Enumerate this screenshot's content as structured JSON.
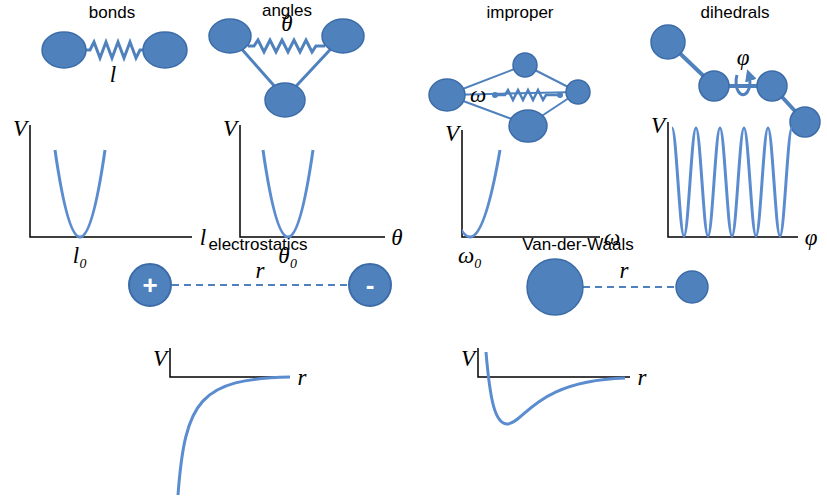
{
  "diagram": {
    "nodes": [
      {
        "text": [
          "+"
        ]
      },
      {
        "text": [
          "-"
        ]
      }
    ],
    "edges": [
      {
        "from": 0,
        "to": 1,
        "arrow": "none",
        "label": "r"
      }
    ],
    "labels": [
      "bonds",
      "angles",
      "improper",
      "dihedrals",
      "l",
      "θ",
      "ω",
      "φ",
      "V",
      "l₀",
      "l",
      "V",
      "θ₀",
      "θ",
      "V",
      "ω",
      "ω₀",
      "V",
      "φ",
      "electrostatics",
      "Van-der-Waals",
      "r",
      "V",
      "r",
      "V",
      "r"
    ]
  }
}
